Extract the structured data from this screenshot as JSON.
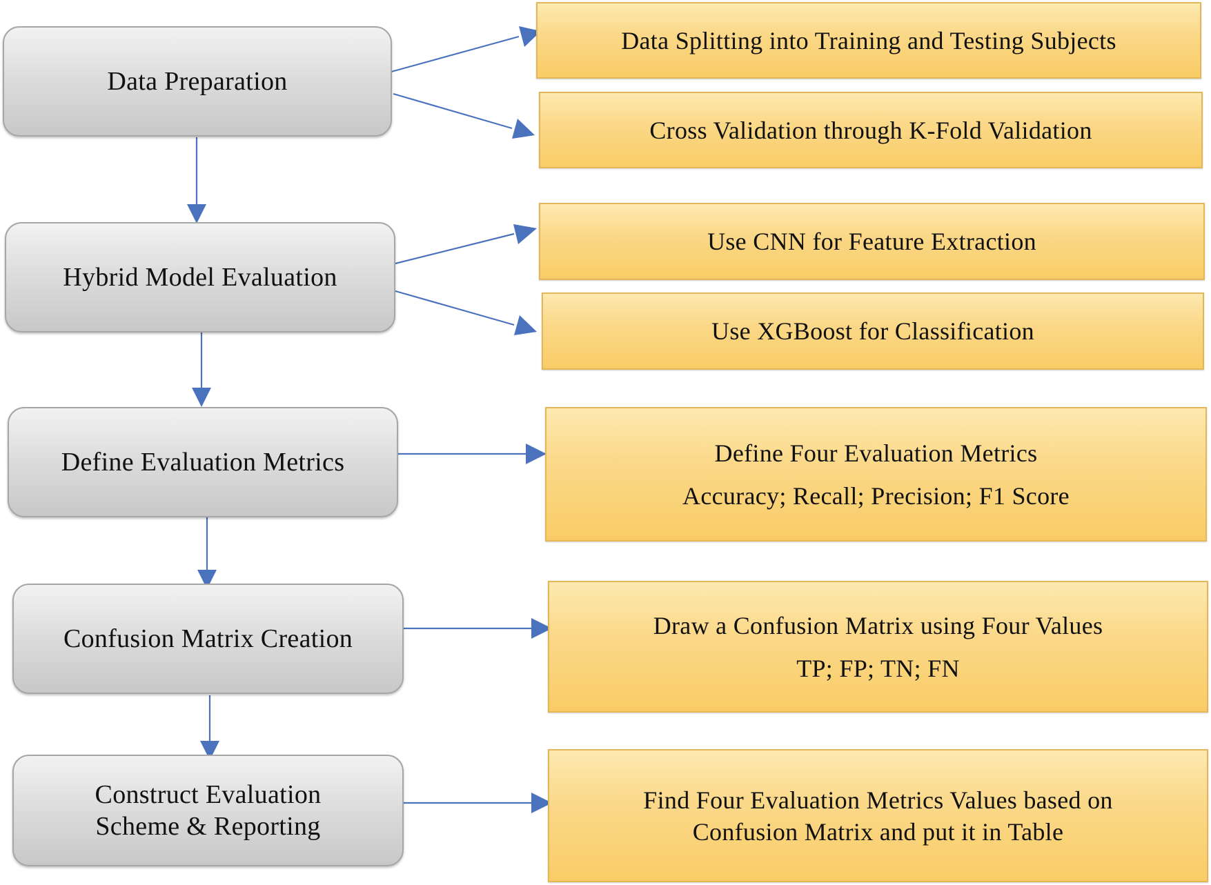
{
  "colors": {
    "step_fill": "#dcdcdc",
    "step_border": "#a7a7a7",
    "detail_fill": "#fbd98a",
    "detail_border": "#e2b75a",
    "arrow": "#4a72bd"
  },
  "steps": [
    {
      "lines": [
        "Data Preparation"
      ]
    },
    {
      "lines": [
        "Hybrid Model Evaluation"
      ]
    },
    {
      "lines": [
        "Define Evaluation Metrics"
      ]
    },
    {
      "lines": [
        "Confusion Matrix Creation"
      ]
    },
    {
      "lines": [
        "Construct Evaluation",
        "Scheme & Reporting"
      ]
    }
  ],
  "details": [
    {
      "lines": [
        "Data Splitting into Training and Testing Subjects"
      ]
    },
    {
      "lines": [
        "Cross Validation through K-Fold Validation"
      ]
    },
    {
      "lines": [
        "Use CNN for Feature Extraction"
      ]
    },
    {
      "lines": [
        "Use XGBoost for Classification"
      ]
    },
    {
      "lines": [
        "Define Four Evaluation Metrics",
        "Accuracy; Recall; Precision; F1 Score"
      ]
    },
    {
      "lines": [
        "Draw a Confusion Matrix using Four Values",
        "TP; FP; TN; FN"
      ]
    },
    {
      "lines": [
        "Find Four Evaluation Metrics Values based on",
        "Confusion Matrix and put it in Table"
      ]
    }
  ]
}
